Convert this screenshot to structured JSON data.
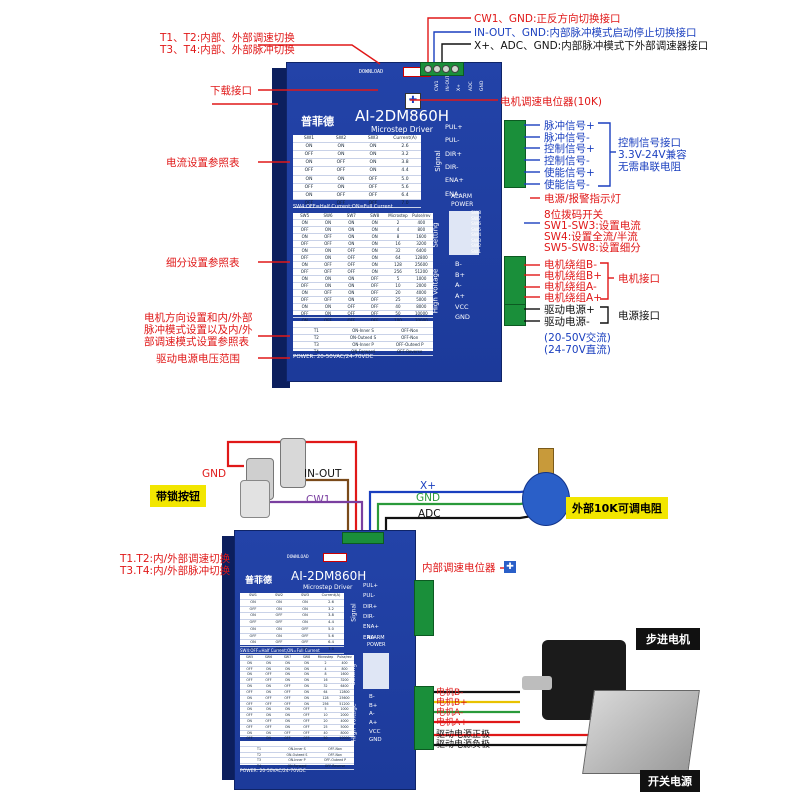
{
  "top": {
    "labels": {
      "t1t2": "T1、T2:内部、外部调速切换",
      "t3t4": "T3、T4:内部、外部脉冲切换",
      "download": "下载接口",
      "current_table": "电流设置参照表",
      "microstep_table": "细分设置参照表",
      "dir_table_1": "电机方向设置和内/外部",
      "dir_table_2": "脉冲模式设置以及内/外",
      "dir_table_3": "部调速模式设置参照表",
      "power_range": "驱动电源电压范围",
      "cw1_gnd": "CW1、GND:正反方向切换接口",
      "inout_gnd": "IN-OUT、GND:内部脉冲模式启动停止切换接口",
      "xadc": "X+、ADC、GND:内部脉冲模式下外部调速器接口",
      "pot": "电机调速电位器(10K)",
      "pul_p": "脉冲信号+",
      "pul_n": "脉冲信号-",
      "dir_p": "控制信号+",
      "dir_n": "控制信号-",
      "ena_p": "使能信号+",
      "ena_n": "使能信号-",
      "ctrl_1": "控制信号接口",
      "ctrl_2": "3.3V-24V兼容",
      "ctrl_3": "无需串联电阻",
      "alarm": "电源/报警指示灯",
      "dip_1": "8位拨码开关",
      "dip_2": "SW1-SW3:设置电流",
      "dip_3": "SW4:设置全流/半流",
      "dip_4": "SW5-SW8:设置细分",
      "bm": "电机绕组B-",
      "bp": "电机绕组B+",
      "am": "电机绕组A-",
      "ap": "电机绕组A+",
      "motor_if": "电机接口",
      "vcc": "驱动电源+",
      "gnd": "驱动电源-",
      "power_if": "电源接口",
      "ac": "(20-50V交流)",
      "dc": "(24-70V直流)"
    },
    "driver": {
      "brand": "普菲德",
      "model": "AI-2DM860H",
      "subtitle": "Microstep Driver",
      "download": "DOWNLOAD",
      "signal": "Signal",
      "setting": "Setting",
      "hv": "High Voltage",
      "alarm": "ALARM",
      "power": "POWER",
      "sw4": "SW4:OFF=Half Current;ON=Full Current",
      "power_line": "POWER: 20-50VAC/24-70VDC",
      "pins_signal": [
        "PUL+",
        "PUL-",
        "DIR+",
        "DIR-",
        "ENA+",
        "ENA-"
      ],
      "pins_hv": [
        "B-",
        "B+",
        "A-",
        "A+",
        "VCC",
        "GND"
      ],
      "sw_list": [
        "SW8",
        "SW7",
        "SW6",
        "SW5",
        "SW4",
        "SW3",
        "SW2",
        "SW1"
      ],
      "top_pins": [
        "CW1",
        "IN-OUT",
        "X+",
        "ADC",
        "GND"
      ],
      "cur_head": [
        "SW1",
        "SW2",
        "SW3",
        "Current(A)"
      ],
      "cur_rows": [
        [
          "ON",
          "ON",
          "ON",
          "2.6"
        ],
        [
          "OFF",
          "ON",
          "ON",
          "3.2"
        ],
        [
          "ON",
          "OFF",
          "ON",
          "3.8"
        ],
        [
          "OFF",
          "OFF",
          "ON",
          "4.4"
        ],
        [
          "ON",
          "ON",
          "OFF",
          "5.0"
        ],
        [
          "OFF",
          "ON",
          "OFF",
          "5.6"
        ],
        [
          "ON",
          "OFF",
          "OFF",
          "6.4"
        ],
        [
          "OFF",
          "OFF",
          "OFF",
          "7.0"
        ]
      ],
      "ms_head": [
        "SW5",
        "SW6",
        "SW7",
        "SW8",
        "Microstep",
        "Pulse/rev"
      ],
      "ms_rows": [
        [
          "ON",
          "ON",
          "ON",
          "ON",
          "2",
          "400"
        ],
        [
          "OFF",
          "ON",
          "ON",
          "ON",
          "4",
          "800"
        ],
        [
          "ON",
          "OFF",
          "ON",
          "ON",
          "8",
          "1600"
        ],
        [
          "OFF",
          "OFF",
          "ON",
          "ON",
          "16",
          "3200"
        ],
        [
          "ON",
          "ON",
          "OFF",
          "ON",
          "32",
          "6400"
        ],
        [
          "OFF",
          "ON",
          "OFF",
          "ON",
          "64",
          "12800"
        ],
        [
          "ON",
          "OFF",
          "OFF",
          "ON",
          "128",
          "25600"
        ],
        [
          "OFF",
          "OFF",
          "OFF",
          "ON",
          "256",
          "51200"
        ],
        [
          "ON",
          "ON",
          "ON",
          "OFF",
          "5",
          "1000"
        ],
        [
          "OFF",
          "ON",
          "ON",
          "OFF",
          "10",
          "2000"
        ],
        [
          "ON",
          "OFF",
          "ON",
          "OFF",
          "20",
          "4000"
        ],
        [
          "OFF",
          "OFF",
          "ON",
          "OFF",
          "25",
          "5000"
        ],
        [
          "ON",
          "ON",
          "OFF",
          "OFF",
          "40",
          "8000"
        ],
        [
          "OFF",
          "ON",
          "OFF",
          "OFF",
          "50",
          "10000"
        ],
        [
          "ON",
          "OFF",
          "OFF",
          "OFF",
          "100",
          "20000"
        ],
        [
          "OFF",
          "OFF",
          "OFF",
          "OFF",
          "125",
          "25000"
        ]
      ],
      "t_rows": [
        [
          "T1",
          "ON-Inner S",
          "OFF-Non"
        ],
        [
          "T2",
          "ON-Outeed S",
          "OFF-Non"
        ],
        [
          "T3",
          "ON-Inner P",
          "OFF-Outeed P"
        ],
        [
          "T4",
          "ON-Forward",
          "OFF-Reverse"
        ]
      ]
    }
  },
  "bottom": {
    "labels": {
      "gnd": "GND",
      "inout": "IN-OUT",
      "cw1": "CW1",
      "lock_btn": "带锁按钮",
      "xplus": "X+",
      "gnd2": "GND",
      "adc": "ADC",
      "ext_pot": "外部10K可调电阻",
      "t1t2": "T1.T2:内/外部调速切换",
      "t3t4": "T3.T4:内/外部脉冲切换",
      "int_pot": "内部调速电位器",
      "stepper": "步进电机",
      "bm": "电机B-",
      "bp": "电机B+",
      "am": "电机A-",
      "ap": "电机A+",
      "vp": "驱动电源正极",
      "vn": "驱动电源负极",
      "psu": "开关电源"
    }
  },
  "colors": {
    "red": "#e01818",
    "blue": "#1a3fbf",
    "driver": "#1f3fa3",
    "terminal": "#1a8f3a",
    "wire_blue": "#1a3fbf",
    "wire_green": "#2a9a3a",
    "wire_black": "#111111",
    "wire_brown": "#7a4a1a",
    "wire_purple": "#7a3fa0",
    "wire_yellow": "#e8c200",
    "label_bg_yellow": "#f2e600"
  }
}
